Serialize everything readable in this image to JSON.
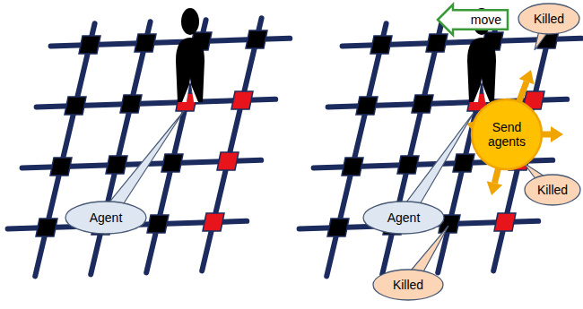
{
  "diagram": {
    "nodes": [
      {
        "text": [
          "Agent"
        ]
      },
      {
        "text": [
          "move"
        ]
      },
      {
        "text": [
          "Killed"
        ]
      },
      {
        "text": [
          "Send agents"
        ]
      },
      {
        "text": [
          "Killed"
        ]
      },
      {
        "text": [
          "Agent"
        ]
      },
      {
        "text": [
          "Killed"
        ]
      }
    ]
  }
}
